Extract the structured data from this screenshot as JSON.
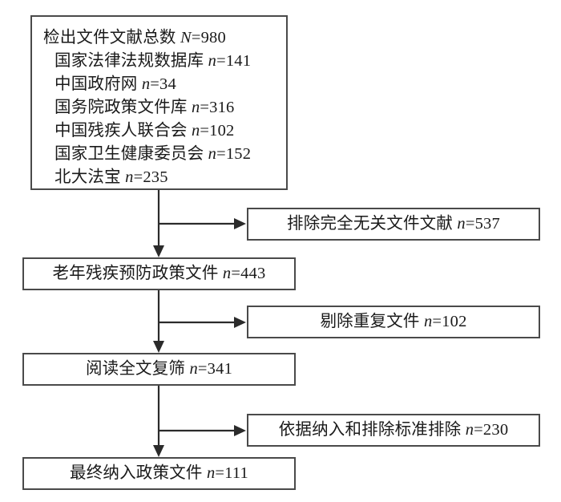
{
  "diagram": {
    "type": "prisma-flowchart",
    "orientation": "top-to-bottom",
    "stroke_color": "#4a4a4a",
    "line_color": "#2b2b2b",
    "background": "#ffffff"
  },
  "source_box": {
    "name": "retrieved-records-box",
    "lines": [
      "检出文件文献总数 N=980",
      "国家法律法规数据库 n=141",
      "中国政府网 n=34",
      "国务院政策文件库 n=316",
      "中国残疾人联合会 n=102",
      "国家卫生健康委员会 n=152",
      "北大法宝 n=235"
    ],
    "total_label": "检出文件文献总数",
    "total_symbol": "N",
    "total_value": "980",
    "sources": [
      {
        "label": "国家法律法规数据库",
        "symbol": "n",
        "value": "141"
      },
      {
        "label": "中国政府网",
        "symbol": "n",
        "value": "34"
      },
      {
        "label": "国务院政策文件库",
        "symbol": "n",
        "value": "316"
      },
      {
        "label": "中国残疾人联合会",
        "symbol": "n",
        "value": "102"
      },
      {
        "label": "国家卫生健康委员会",
        "symbol": "n",
        "value": "152"
      },
      {
        "label": "北大法宝",
        "symbol": "n",
        "value": "235"
      }
    ]
  },
  "stages": [
    {
      "name": "aged-disability-prevention-policy-docs",
      "label": "老年残疾预防政策文件",
      "symbol": "n",
      "value": "443",
      "text": "老年残疾预防政策文件 n=443"
    },
    {
      "name": "full-text-rescreening",
      "label": "阅读全文复筛",
      "symbol": "n",
      "value": "341",
      "text": "阅读全文复筛 n=341"
    },
    {
      "name": "final-included-policy-docs",
      "label": "最终纳入政策文件",
      "symbol": "n",
      "value": "111",
      "text": "最终纳入政策文件 n=111"
    }
  ],
  "exclusions": [
    {
      "name": "exclude-completely-irrelevant",
      "label": "排除完全无关文件文献",
      "symbol": "n",
      "value": "537",
      "text": "排除完全无关文件文献 n=537"
    },
    {
      "name": "remove-duplicates",
      "label": "剔除重复文件",
      "symbol": "n",
      "value": "102",
      "text": "剔除重复文件 n=102"
    },
    {
      "name": "exclude-by-inclusion-exclusion-criteria",
      "label": "依据纳入和排除标准排除",
      "symbol": "n",
      "value": "230",
      "text": "依据纳入和排除标准排除 n=230"
    }
  ]
}
